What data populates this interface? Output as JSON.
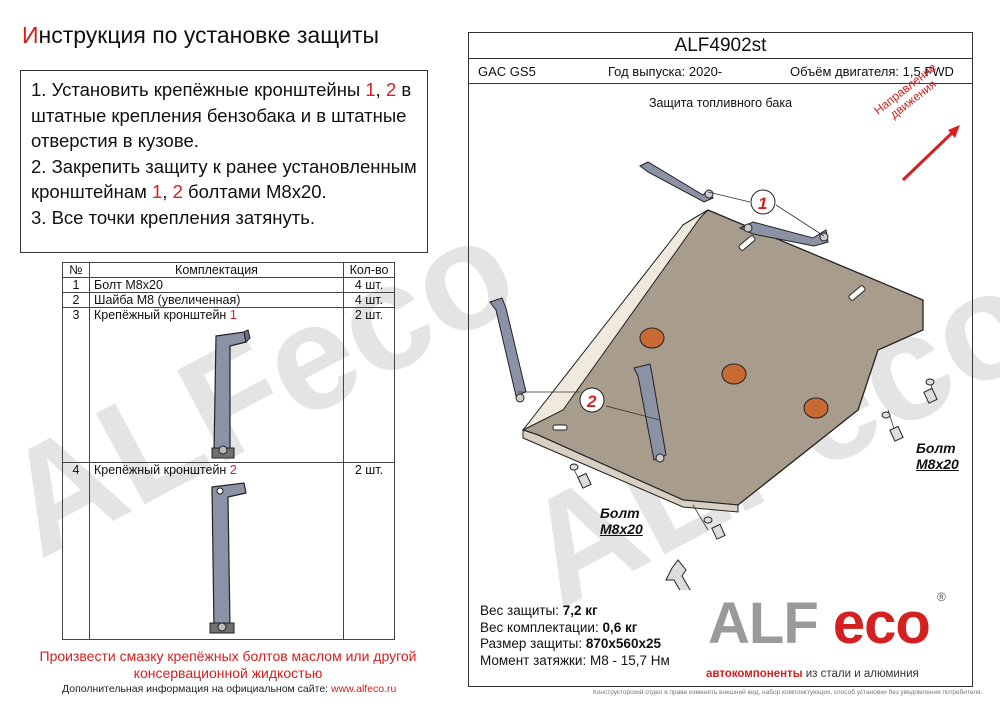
{
  "title": {
    "first_letter": "И",
    "rest": "нструкция по установке защиты"
  },
  "instructions": {
    "step1_pre": "1. Установить крепёжные кронштейны ",
    "step1_n1": "1",
    "step1_sep": ", ",
    "step1_n2": "2",
    "step1_post": " в штатные крепления бензобака и в штатные отверстия в кузове.",
    "step2_pre": "2. Закрепить защиту к ранее установленным кронштейнам ",
    "step2_n1": "1",
    "step2_sep": ", ",
    "step2_n2": "2",
    "step2_post": " болтами М8х20.",
    "step3": "3. Все точки крепления затянуть."
  },
  "parts_table": {
    "headers": {
      "num": "№",
      "name": "Комплектация",
      "qty": "Кол-во"
    },
    "rows": [
      {
        "num": "1",
        "name": "Болт М8х20",
        "qty": "4 шт."
      },
      {
        "num": "2",
        "name": "Шайба М8 (увеличенная)",
        "qty": "4 шт."
      },
      {
        "num": "3",
        "name": "Крепёжный кронштейн ",
        "ref": "1",
        "qty": "2 шт."
      },
      {
        "num": "4",
        "name": "Крепёжный кронштейн ",
        "ref": "2",
        "qty": "2 шт."
      }
    ]
  },
  "grease_note": "Произвести смазку крепёжных болтов маслом или другой консервационной жидкостью",
  "extra_info": {
    "text": "Дополнительная информация на официальном сайте: ",
    "link": "www.alfeco.ru"
  },
  "product": {
    "code": "ALF4902st",
    "model": "GAC GS5",
    "year": "Год выпуска: 2020-",
    "engine": "Объём двигателя: 1,5 FWD",
    "part_name": "Защита топливного бака"
  },
  "direction_label": "Направление движения",
  "callouts": {
    "one": "1",
    "two": "2"
  },
  "bolt_label_right": {
    "line1": "Болт",
    "line2": "M8x20"
  },
  "bolt_label_left": {
    "line1": "Болт",
    "line2": "M8x20"
  },
  "specs": {
    "weight_label": "Вес защиты: ",
    "weight": "7,2 кг",
    "kit_label": "Вес комплектации: ",
    "kit": "0,6 кг",
    "size_label": "Размер защиты: ",
    "size": "870x560x25",
    "torque_label": "Момент затяжки: ",
    "torque": "М8 - 15,7 Нм"
  },
  "logo": {
    "alf": "ALF",
    "eco": "eco",
    "reg": "®",
    "tagline_pre": "автокомпоненты ",
    "tagline_post": "из стали и алюминия"
  },
  "watermark": "ALFeco",
  "fine_print": "Конструкторский отдел в праве изменять внешний вид, набор комплектующих, способ установки без уведомления потребителя.",
  "colors": {
    "accent_red": "#d42020",
    "plate": "#a89c8d",
    "bracket": "#8c92a6",
    "rubber_pad": "#c96a35"
  }
}
